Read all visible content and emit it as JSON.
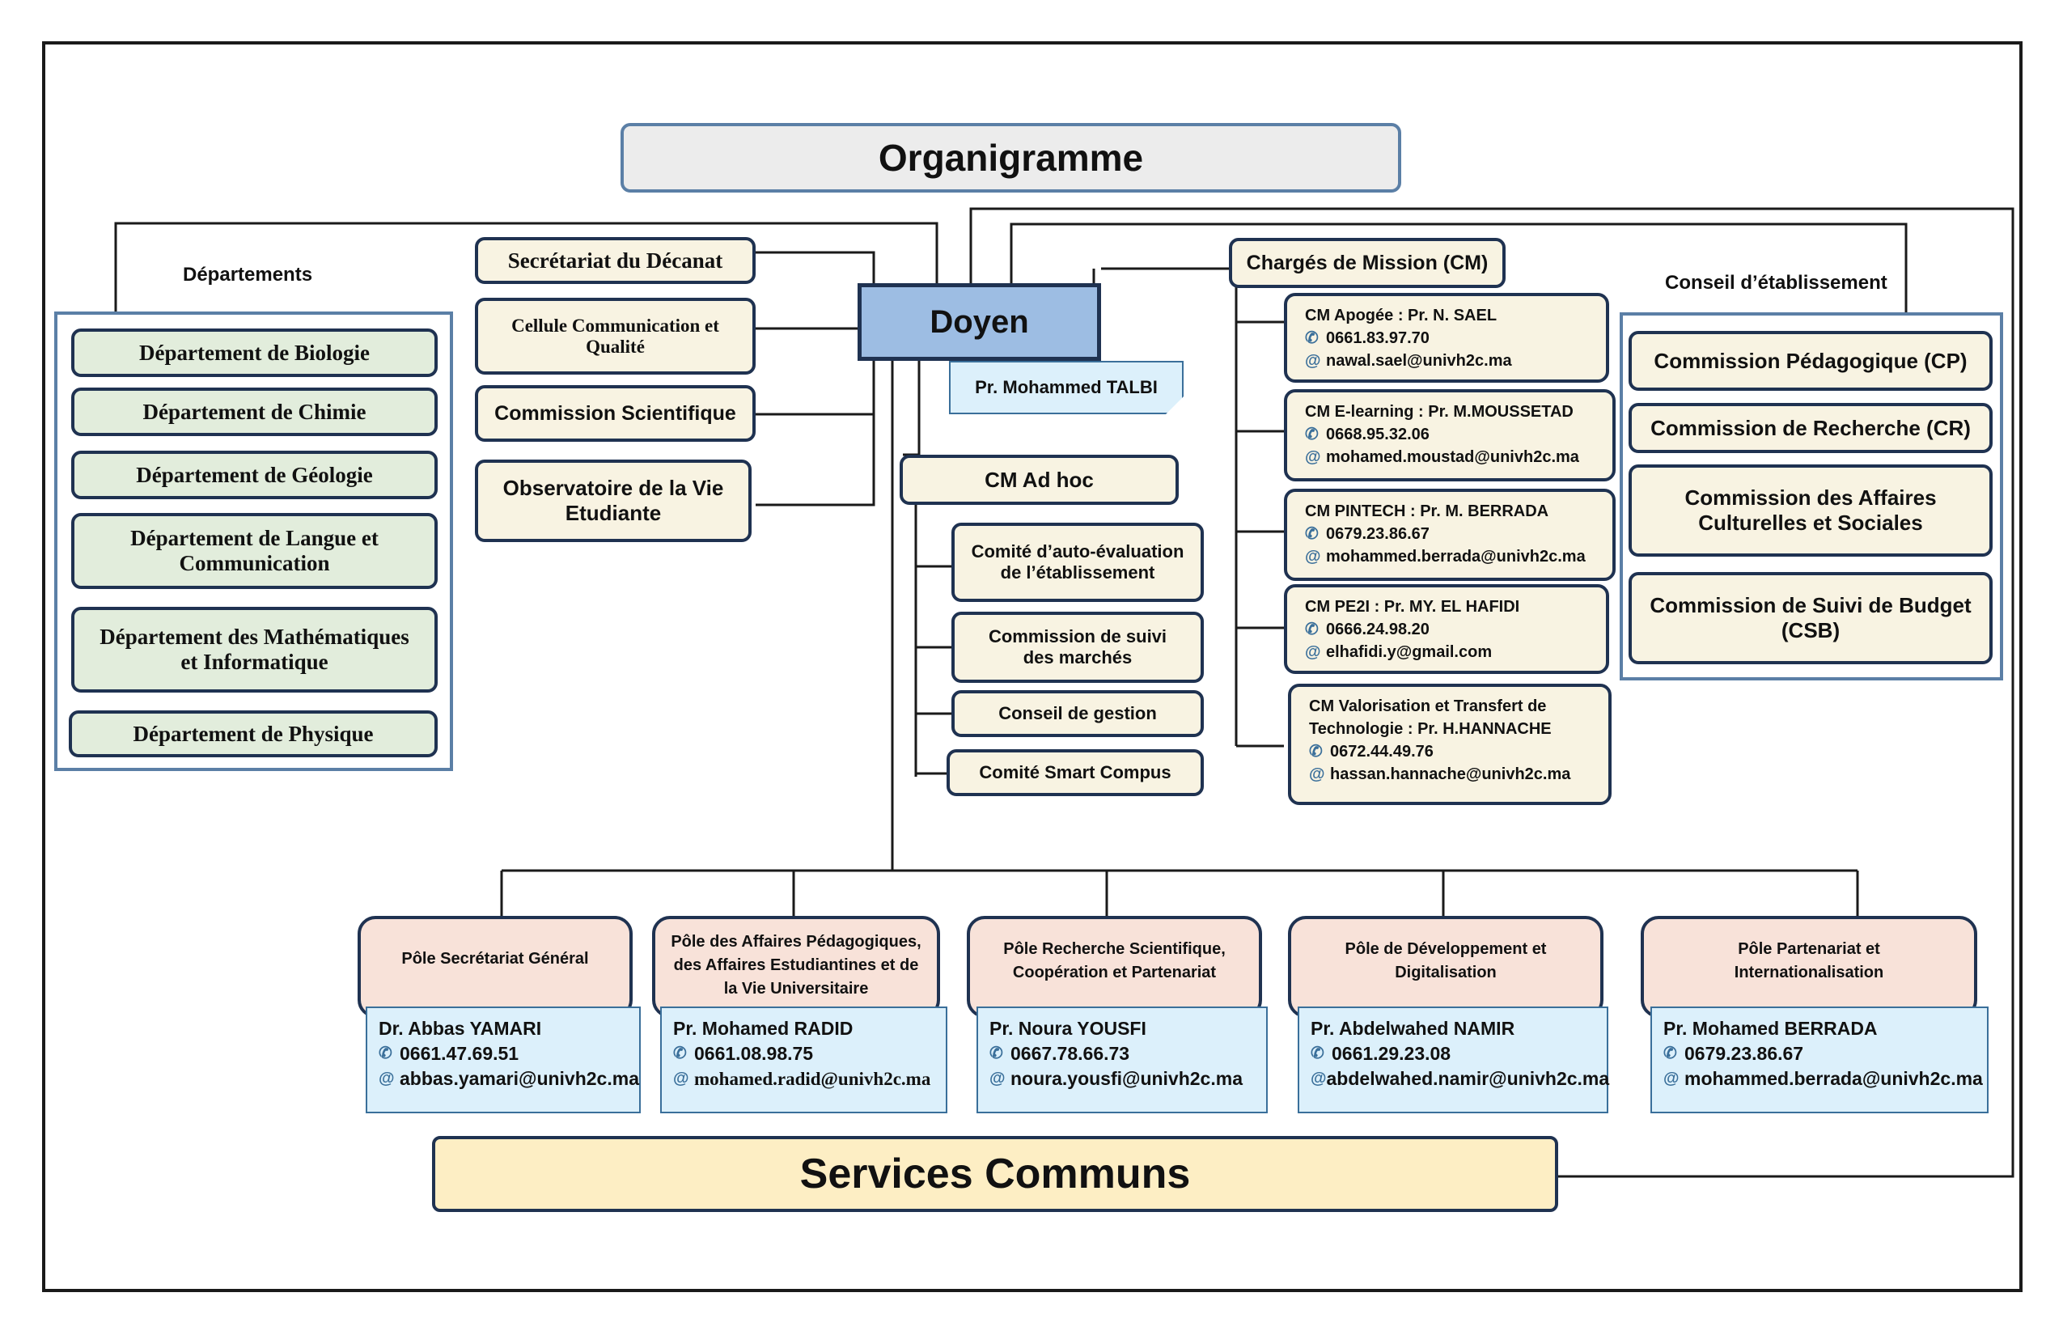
{
  "title": "Organigramme",
  "doyen": {
    "label": "Doyen",
    "name": "Pr. Mohammed TALBI"
  },
  "departements": {
    "label": "Départements",
    "items": [
      "Département de Biologie",
      "Département de Chimie",
      "Département de Géologie",
      "Département de Langue et Communication",
      "Département des Mathématiques et Informatique",
      "Département de Physique"
    ]
  },
  "decanat": [
    "Secrétariat du Décanat",
    "Cellule Communication et Qualité",
    "Commission Scientifique",
    "Observatoire de la Vie Etudiante"
  ],
  "adhoc": {
    "label": "CM Ad hoc",
    "items": [
      "Comité d’auto-évaluation de l’établissement",
      "Commission de suivi des marchés",
      "Conseil de gestion",
      "Comité Smart Compus"
    ]
  },
  "cm": {
    "label": "Chargés de Mission (CM)",
    "items": [
      {
        "title": "CM Apogée : Pr. N. SAEL",
        "phone": "0661.83.97.70",
        "email": "nawal.sael@univh2c.ma"
      },
      {
        "title": "CM E-learning : Pr. M.MOUSSETAD",
        "phone": "0668.95.32.06",
        "email": "mohamed.moustad@univh2c.ma"
      },
      {
        "title": "CM PINTECH : Pr. M. BERRADA",
        "phone": "0679.23.86.67",
        "email": "mohammed.berrada@univh2c.ma"
      },
      {
        "title": "CM PE2I : Pr. MY. EL HAFIDI",
        "phone": "0666.24.98.20",
        "email": "elhafidi.y@gmail.com"
      },
      {
        "title": "CM Valorisation et Transfert de Technologie : Pr. H.HANNACHE",
        "phone": "0672.44.49.76",
        "email": "hassan.hannache@univh2c.ma"
      }
    ]
  },
  "conseil": {
    "label": "Conseil d’établissement",
    "items": [
      "Commission Pédagogique (CP)",
      "Commission de Recherche (CR)",
      "Commission des Affaires Culturelles et Sociales",
      "Commission de Suivi de Budget (CSB)"
    ]
  },
  "poles": [
    {
      "title": "Pôle Secrétariat Général",
      "name": "Dr. Abbas YAMARI",
      "phone": "0661.47.69.51",
      "email": "abbas.yamari@univh2c.ma"
    },
    {
      "title": "Pôle des Affaires Pédagogiques, des Affaires Estudiantines et de la Vie Universitaire",
      "name": "Pr. Mohamed RADID",
      "phone": "0661.08.98.75",
      "email": "mohamed.radid@univh2c.ma"
    },
    {
      "title": "Pôle Recherche Scientifique, Coopération et Partenariat",
      "name": "Pr. Noura YOUSFI",
      "phone": "0667.78.66.73",
      "email": "noura.yousfi@univh2c.ma"
    },
    {
      "title": "Pôle de Développement et Digitalisation",
      "name": "Pr. Abdelwahed NAMIR",
      "phone": "0661.29.23.08",
      "email": "abdelwahed.namir@univh2c.ma"
    },
    {
      "title": "Pôle Partenariat et Internationalisation",
      "name": "Pr. Mohamed BERRADA",
      "phone": "0679.23.86.67",
      "email": "mohammed.berrada@univh2c.ma"
    }
  ],
  "services": "Services Communs",
  "icons": {
    "phone": "phone-icon",
    "email": "at-icon"
  }
}
